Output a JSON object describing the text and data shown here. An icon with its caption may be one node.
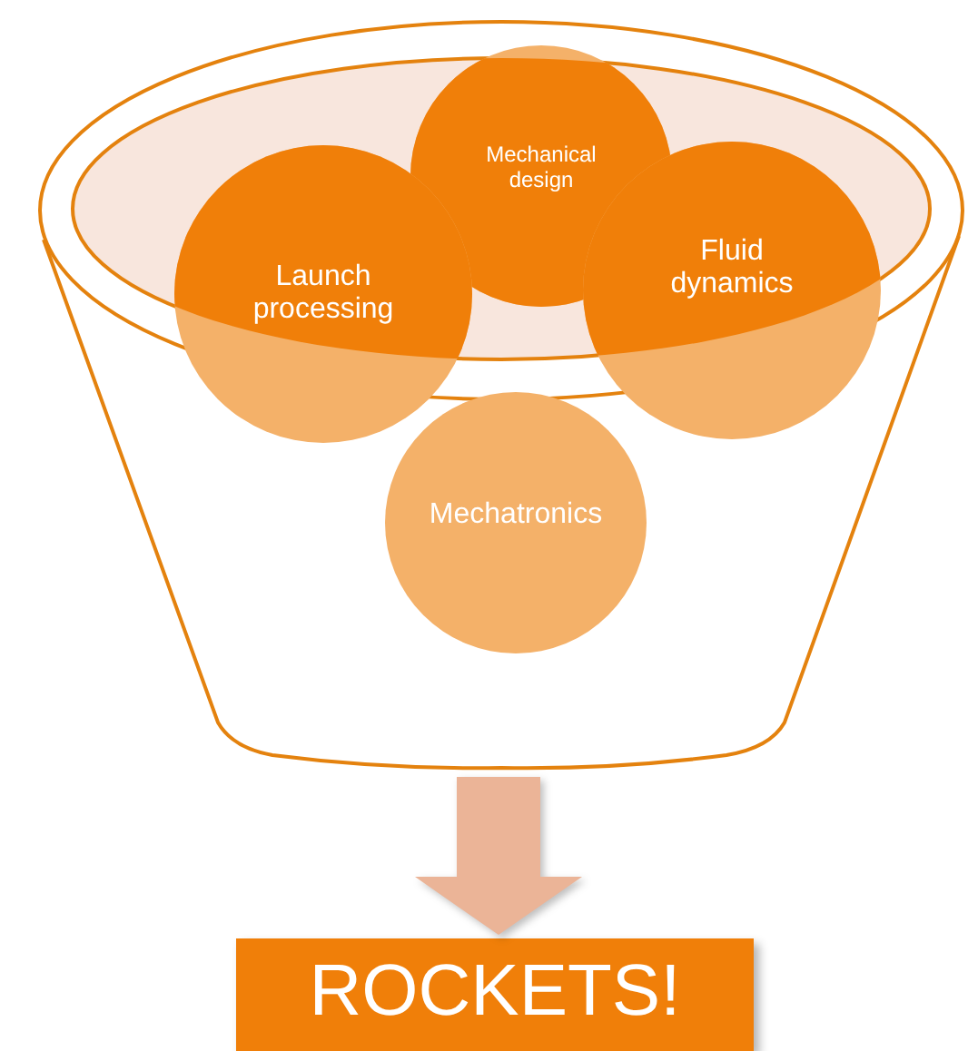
{
  "diagram": {
    "nodes": [
      {
        "text": [],
        "shape": "funnel"
      },
      {
        "text": [
          "Launch processing"
        ]
      },
      {
        "text": [
          "Mechanical design"
        ],
        "in": 0
      },
      {
        "text": [
          "Fluid dynamics"
        ]
      },
      {
        "text": [
          "Mechatronics"
        ]
      },
      {
        "text": [
          "ROCKETS!"
        ]
      }
    ],
    "edges": [
      {
        "from": 0,
        "to": 5,
        "arrow": "to",
        "style": "thick"
      }
    ]
  }
}
